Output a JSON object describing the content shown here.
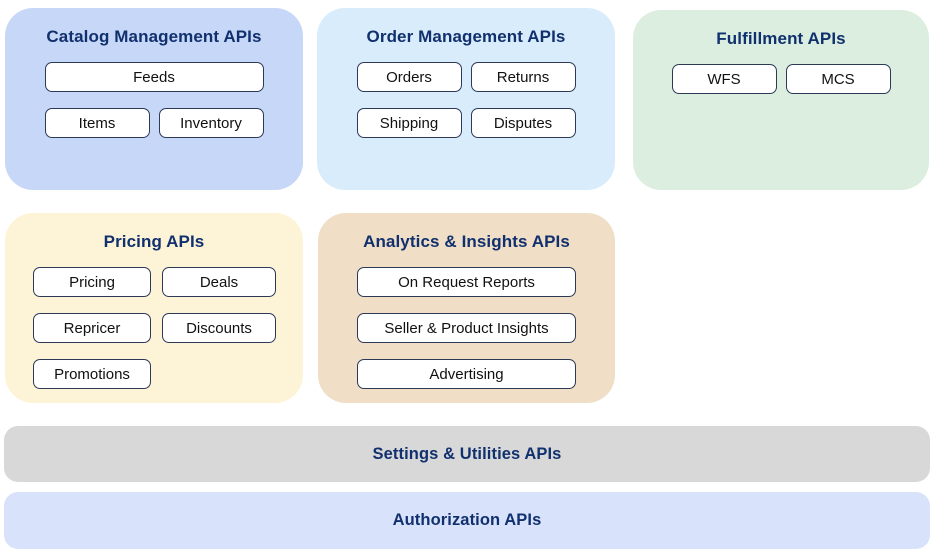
{
  "colors": {
    "title_navy": "#11306e",
    "button_border": "#2c3a57",
    "button_bg": "#ffffff",
    "button_text": "#111111",
    "page_bg": "#ffffff"
  },
  "cards": {
    "catalog": {
      "title": "Catalog Management APIs",
      "bg": "#c7d7f7",
      "buttons": {
        "feeds": "Feeds",
        "items": "Items",
        "inventory": "Inventory"
      }
    },
    "order": {
      "title": "Order Management APIs",
      "bg": "#d8ecfb",
      "buttons": {
        "orders": "Orders",
        "returns": "Returns",
        "shipping": "Shipping",
        "disputes": "Disputes"
      }
    },
    "fulfillment": {
      "title": "Fulfillment APIs",
      "bg": "#dceee0",
      "buttons": {
        "wfs": "WFS",
        "mcs": "MCS"
      }
    },
    "pricing": {
      "title": "Pricing APIs",
      "bg": "#fdf3d6",
      "buttons": {
        "pricing": "Pricing",
        "deals": "Deals",
        "repricer": "Repricer",
        "discounts": "Discounts",
        "promotions": "Promotions"
      }
    },
    "analytics": {
      "title": "Analytics & Insights APIs",
      "bg": "#f0dec6",
      "buttons": {
        "on_request_reports": "On Request Reports",
        "seller_product_insights": "Seller & Product Insights",
        "advertising": "Advertising"
      }
    }
  },
  "bars": {
    "settings": {
      "title": "Settings & Utilities APIs",
      "bg": "#d8d8d8"
    },
    "authorization": {
      "title": "Authorization APIs",
      "bg": "#d8e3fb"
    }
  }
}
